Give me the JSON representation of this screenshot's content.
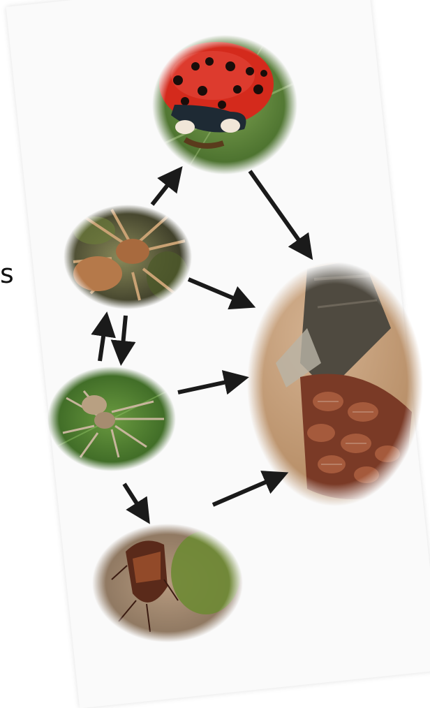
{
  "edge_text": "s",
  "nodes": [
    {
      "id": "ladybird",
      "icon": "ladybird-photo"
    },
    {
      "id": "spider-brown",
      "icon": "spider-photo"
    },
    {
      "id": "spider-crab",
      "icon": "crab-spider-photo"
    },
    {
      "id": "shield-bug",
      "icon": "bug-photo"
    },
    {
      "id": "aphids-psyllids",
      "icon": "aphid-colony-photo"
    }
  ],
  "links": [
    {
      "from": "spider-brown",
      "to": "ladybird"
    },
    {
      "from": "ladybird",
      "to": "aphids-psyllids"
    },
    {
      "from": "spider-brown",
      "to": "aphids-psyllids"
    },
    {
      "from": "spider-crab",
      "to": "spider-brown"
    },
    {
      "from": "spider-brown",
      "to": "spider-crab"
    },
    {
      "from": "spider-crab",
      "to": "aphids-psyllids"
    },
    {
      "from": "spider-crab",
      "to": "shield-bug"
    },
    {
      "from": "shield-bug",
      "to": "aphids-psyllids"
    }
  ]
}
